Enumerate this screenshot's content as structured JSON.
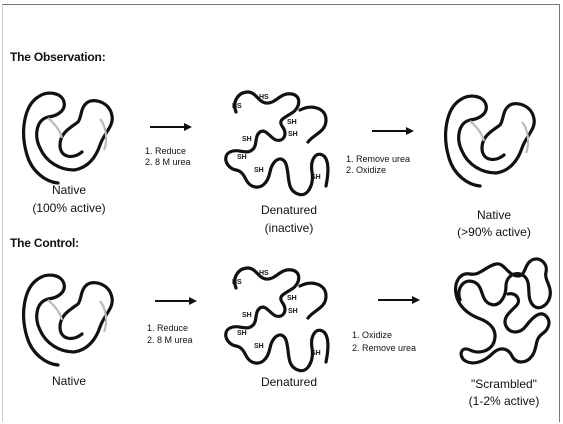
{
  "observation": {
    "heading": "The Observation:",
    "native_label": "Native",
    "native_activity": "(100% active)",
    "step1": [
      "1. Reduce",
      "2. 8 M urea"
    ],
    "denatured_label": "Denatured",
    "denatured_activity": "(inactive)",
    "step2": [
      "1. Remove urea",
      "2. Oxidize"
    ],
    "renatured_label": "Native",
    "renatured_activity": "(>90% active)"
  },
  "control": {
    "heading": "The Control:",
    "native_label": "Native",
    "step1": [
      "1. Reduce",
      "2. 8 M urea"
    ],
    "denatured_label": "Denatured",
    "step2": [
      "1. Oxidize",
      "2. Remove urea"
    ],
    "scrambled_label": "\"Scrambled\"",
    "scrambled_activity": "(1-2% active)"
  },
  "sh_label": "SH",
  "hs_label": "HS"
}
